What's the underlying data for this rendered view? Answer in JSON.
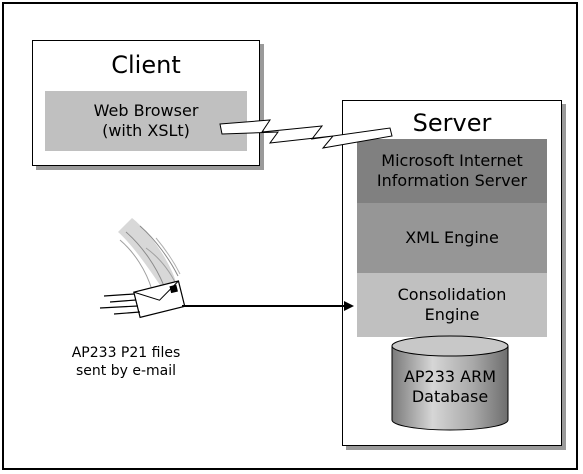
{
  "client": {
    "title": "Client",
    "browser_line1": "Web Browser",
    "browser_line2": "(with XSLt)"
  },
  "server": {
    "title": "Server",
    "iis_line1": "Microsoft Internet",
    "iis_line2": "Information Server",
    "xml_engine": "XML Engine",
    "consolidation_line1": "Consolidation",
    "consolidation_line2": "Engine",
    "database_line1": "AP233 ARM",
    "database_line2": "Database"
  },
  "email": {
    "caption_line1": "AP233 P21 files",
    "caption_line2": "sent by e-mail",
    "icon": "email-envelope-icon"
  },
  "colors": {
    "browser_fill": "#c0c0c0",
    "iis_fill": "#808080",
    "xml_fill": "#969696",
    "consolidation_fill": "#c0c0c0",
    "database_fill": "#a0a0a0",
    "shadow": "#9a9a9a"
  }
}
